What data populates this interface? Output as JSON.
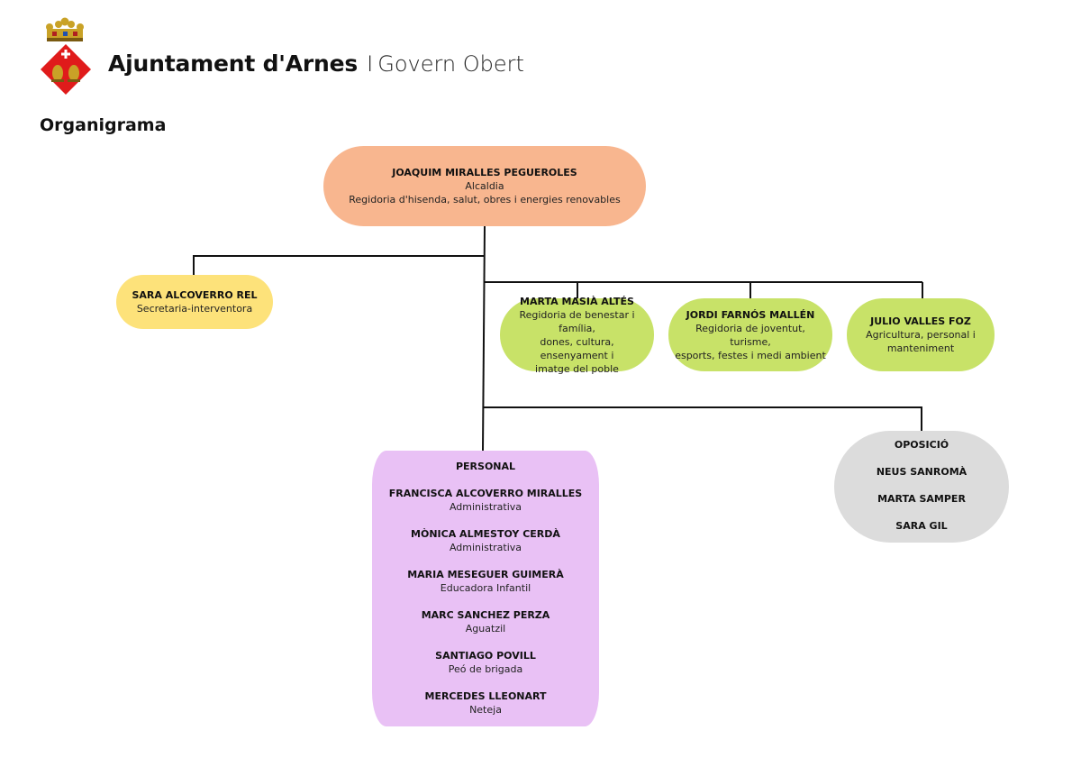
{
  "header": {
    "brand_name": "Ajuntament d'Arnes",
    "separator": "I",
    "brand_sub": "Govern Obert"
  },
  "page_title": "Organigrama",
  "colors": {
    "mayor": "#f8b68f",
    "secretary": "#fde27a",
    "councillors": "#c8e268",
    "staff": "#e9c1f5",
    "opposition": "#dcdcdc",
    "shield_red": "#e01b1b",
    "crown_gold": "#c9a227"
  },
  "mayor": {
    "name": "JOAQUIM MIRALLES PEGUEROLES",
    "role1": "Alcaldia",
    "role2": "Regidoria d'hisenda, salut, obres i energies renovables"
  },
  "secretary": {
    "name": "SARA ALCOVERRO REL",
    "role": "Secretaria-interventora"
  },
  "councillors": [
    {
      "name": "MARTA MASIÀ ALTÉS",
      "role_lines": [
        "Regidoria de benestar i família,",
        "dones, cultura, ensenyament i",
        "imatge del poble"
      ]
    },
    {
      "name": "JORDI FARNÓS MALLÉN",
      "role_lines": [
        "Regidoria de joventut, turisme,",
        "esports, festes i medi ambient"
      ]
    },
    {
      "name": "JULIO VALLES FOZ",
      "role_lines": [
        "Agricultura, personal i",
        "manteniment"
      ]
    }
  ],
  "staff": {
    "title": "PERSONAL",
    "members": [
      {
        "name": "FRANCISCA ALCOVERRO MIRALLES",
        "role": "Administrativa"
      },
      {
        "name": "MÒNICA ALMESTOY CERDÀ",
        "role": "Administrativa"
      },
      {
        "name": "MARIA MESEGUER GUIMERÀ",
        "role": "Educadora Infantil"
      },
      {
        "name": "MARC SANCHEZ PERZA",
        "role": "Aguatzil"
      },
      {
        "name": "SANTIAGO POVILL",
        "role": "Peó de brigada"
      },
      {
        "name": "MERCEDES LLEONART",
        "role": "Neteja"
      }
    ]
  },
  "opposition": {
    "title": "OPOSICIÓ",
    "members": [
      "NEUS SANROMÀ",
      "MARTA SAMPER",
      "SARA GIL"
    ]
  }
}
